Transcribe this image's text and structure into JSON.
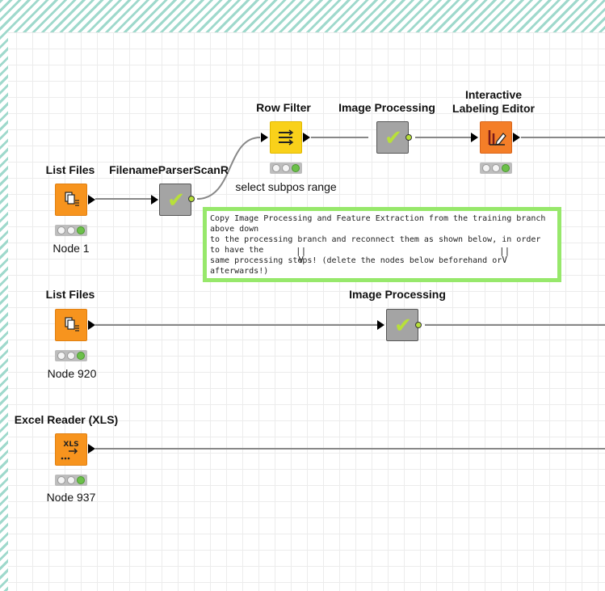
{
  "nodes": {
    "list_files_1": {
      "title": "List Files",
      "label": "Node 1"
    },
    "filename_parser": {
      "title": "FilenameParserScanR"
    },
    "row_filter": {
      "title": "Row Filter",
      "label": "select subpos range"
    },
    "image_processing_1": {
      "title": "Image Processing"
    },
    "labeling_editor": {
      "title_line1": "Interactive",
      "title_line2": "Labeling Editor"
    },
    "list_files_2": {
      "title": "List Files",
      "label": "Node 920"
    },
    "image_processing_2": {
      "title": "Image Processing"
    },
    "excel_reader": {
      "title": "Excel Reader (XLS)",
      "label": "Node 937",
      "icon_text": "XLS"
    }
  },
  "annotation": {
    "line1": "Copy Image Processing and Feature Extraction from the training branch above down",
    "line2": "to the processing branch and reconnect them as shown below, in order to have the",
    "line3": "same processing steps! (delete the nodes below beforehand or afterwards!)",
    "arrow_top": "||",
    "arrow_bottom": "V"
  },
  "colors": {
    "annotation_border": "#97e86b",
    "source_node": "#f7941e",
    "manipulator_node": "#f9d11a",
    "metanode": "#a4a4a4",
    "view_node": "#f47e28",
    "status_green": "#6cc04a"
  },
  "icons": {
    "list_files": "file-list-icon",
    "row_filter": "filter-icon",
    "metanode": "checkmark-icon",
    "labeling_editor": "pencil-icon",
    "excel": "xls-icon"
  }
}
